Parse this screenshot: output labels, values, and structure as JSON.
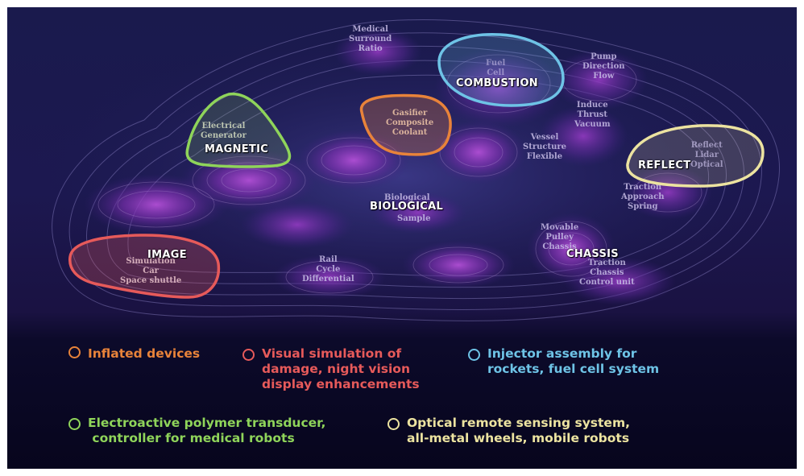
{
  "colors": {
    "orange": "#e8833a",
    "red": "#e65a5a",
    "blue": "#6ec3e6",
    "green": "#8fd45a",
    "yellow": "#ece3a0"
  },
  "map_labels": {
    "medical": [
      "Medical",
      "Surround",
      "Ratio"
    ],
    "fuel": [
      "Fuel",
      "Cell"
    ],
    "pump": [
      "Pump",
      "Direction",
      "Flow"
    ],
    "induce": [
      "Induce",
      "Thrust",
      "Vacuum"
    ],
    "gasifier": [
      "Gasifier",
      "Composite",
      "Coolant"
    ],
    "electrical": [
      "Electrical",
      "Generator"
    ],
    "vessel": [
      "Vessel",
      "Structure",
      "Flexible"
    ],
    "reflect_sub": [
      "Reflect",
      "Lidar",
      "Optical"
    ],
    "traction_top": [
      "Traction",
      "Approach",
      "Spring"
    ],
    "biological_top": "Biological",
    "biological_sub": "Sample",
    "movable": [
      "Movable",
      "Pulley",
      "Chassis"
    ],
    "chassis_sub": [
      "Traction",
      "Chassis",
      "Control unit"
    ],
    "rail": [
      "Rail",
      "Cycle",
      "Differential"
    ],
    "image_sub": [
      "Simulation",
      "Car",
      "Space shuttle"
    ]
  },
  "clusters": {
    "combustion": "COMBUSTION",
    "magnetic": "MAGNETIC",
    "reflect": "REFLECT",
    "biological": "BIOLOGICAL",
    "image": "IMAGE",
    "chassis": "CHASSIS"
  },
  "legend": {
    "inflated": "Inflated devices",
    "visual": "Visual simulation of\ndamage, night vision\ndisplay enhancements",
    "injector": "Injector assembly for\nrockets, fuel cell system",
    "electroactive": "Electroactive polymer transducer,\n controller for medical robots",
    "optical": "Optical remote sensing system,\nall-metal wheels, mobile robots"
  }
}
